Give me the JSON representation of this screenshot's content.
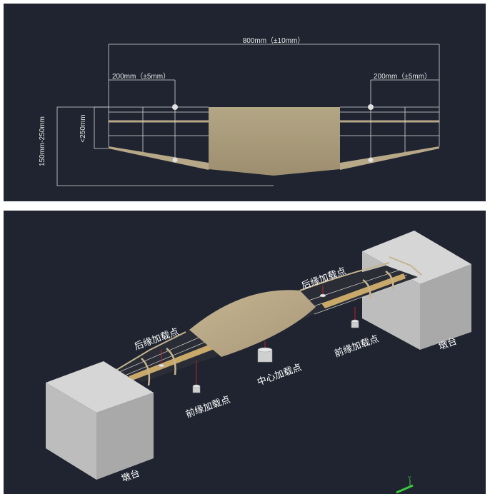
{
  "top_view": {
    "total_span_label": "800mm（±10mm）",
    "left_offset_label": "200mm（±5mm）",
    "right_offset_label": "200mm（±5mm）",
    "height_range_label": "150mm-250mm",
    "max_height_label": "<250mm"
  },
  "iso_view": {
    "trailing_edge_left": "后缘加载点",
    "trailing_edge_right": "后缘加载点",
    "leading_edge_left": "前缘加载点",
    "leading_edge_right": "前缘加载点",
    "center_load": "中心加载点",
    "pier_left": "墩台",
    "pier_right": "墩台",
    "axis_label": "Y"
  },
  "colors": {
    "background": "#1f2430",
    "skin": "#b7a888",
    "pier": "#c8c8c8",
    "load_line": "#c0202a",
    "axis": "#3cc83c"
  }
}
